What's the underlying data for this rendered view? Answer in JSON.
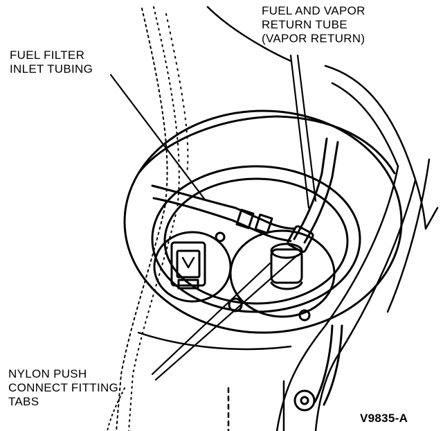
{
  "labels": {
    "fuel_filter": [
      "FUEL FILTER",
      "INLET TUBING"
    ],
    "vapor_return": [
      "FUEL AND VAPOR",
      "RETURN TUBE",
      "(VAPOR RETURN)"
    ],
    "nylon_tabs": [
      "NYLON PUSH",
      "CONNECT FITTING",
      "TABS"
    ]
  },
  "figure_id": "V9835-A",
  "colors": {
    "ink": "#000000",
    "paper": "#ffffff"
  }
}
